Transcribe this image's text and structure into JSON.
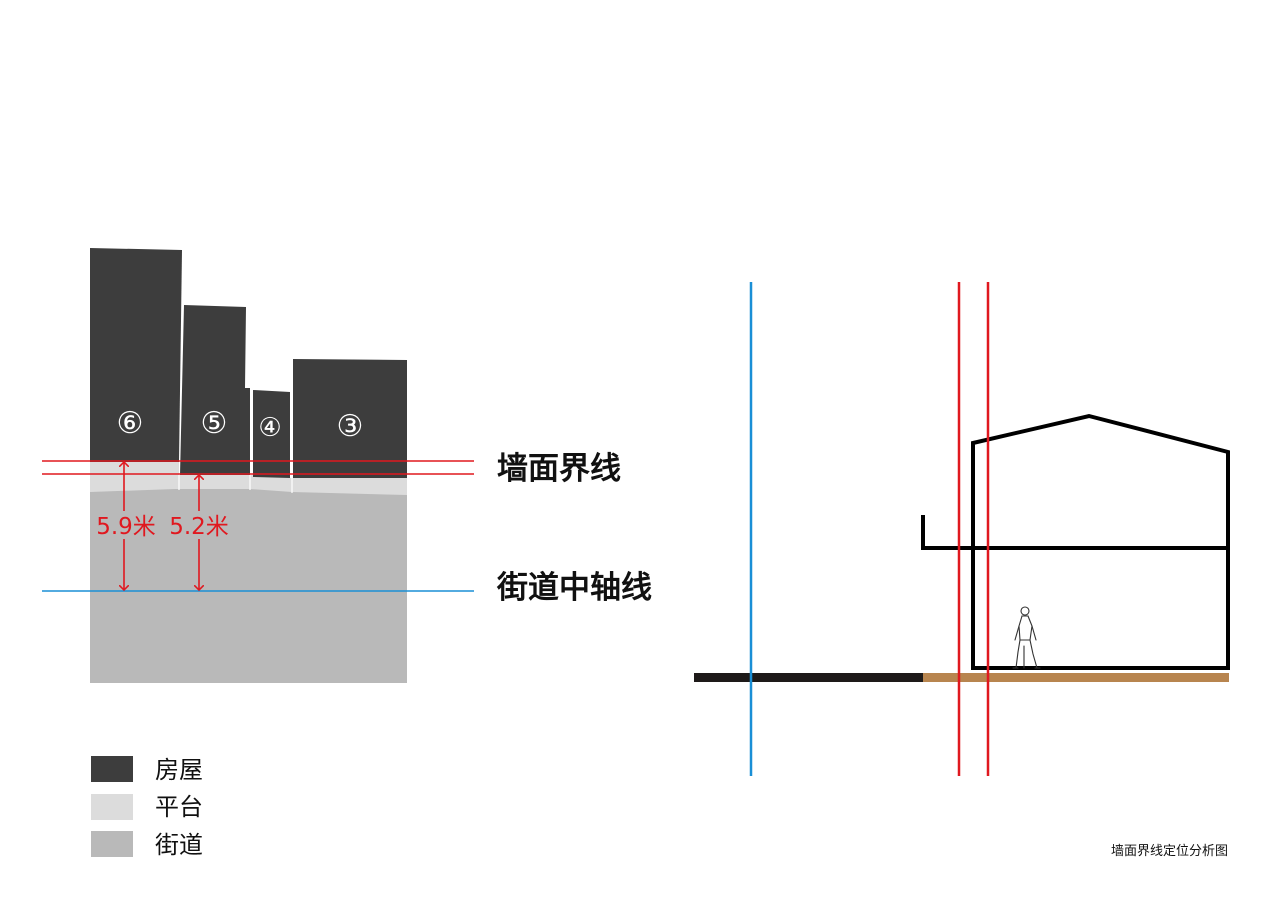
{
  "colors": {
    "house": "#3d3d3d",
    "platform": "#dcdcdc",
    "street": "#b9b9b9",
    "wall_line": "#e0181f",
    "axis_line": "#1a8fd6",
    "ground_dark": "#1e1a19",
    "ground_wood": "#b8854f",
    "outline": "#000000"
  },
  "plan": {
    "buildings": [
      {
        "label": "⑥"
      },
      {
        "label": "⑤"
      },
      {
        "label": "④"
      },
      {
        "label": "③"
      }
    ],
    "wall_line_label": "墙面界线",
    "axis_line_label": "街道中轴线",
    "dimensions": [
      {
        "label": "5.9米"
      },
      {
        "label": "5.2米"
      }
    ]
  },
  "legend": [
    {
      "label": "房屋",
      "swatch": "house"
    },
    {
      "label": "平台",
      "swatch": "platform"
    },
    {
      "label": "街道",
      "swatch": "street"
    }
  ],
  "section": {
    "person_icon": "walking-person-icon"
  },
  "caption": "墙面界线定位分析图"
}
